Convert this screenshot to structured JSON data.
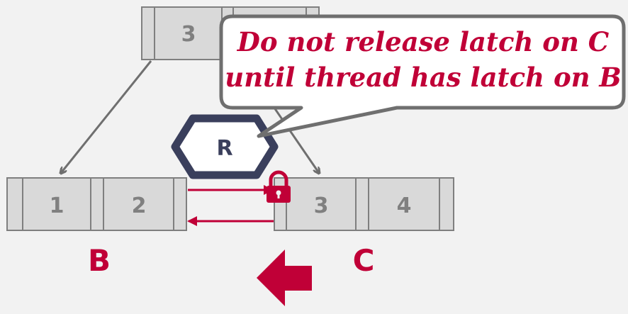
{
  "colors": {
    "background": "#f2f2f2",
    "node_fill": "#d9d9d9",
    "node_stroke": "#7f7f7f",
    "key_text": "#808080",
    "accent": "#c00037",
    "latch_border": "#3a3f5c",
    "callout_fill": "#ffffff"
  },
  "root_node": {
    "keys": [
      "3",
      ""
    ]
  },
  "node_b": {
    "keys": [
      "1",
      "2"
    ],
    "label": "B"
  },
  "node_c": {
    "keys": [
      "3",
      "4"
    ],
    "label": "C"
  },
  "latch": {
    "mode": "R"
  },
  "callout": {
    "line1": "Do not release latch on C",
    "line2": "until thread has latch on B"
  },
  "icons": {
    "lock": "lock-icon",
    "direction_arrow": "left-arrow-icon"
  }
}
